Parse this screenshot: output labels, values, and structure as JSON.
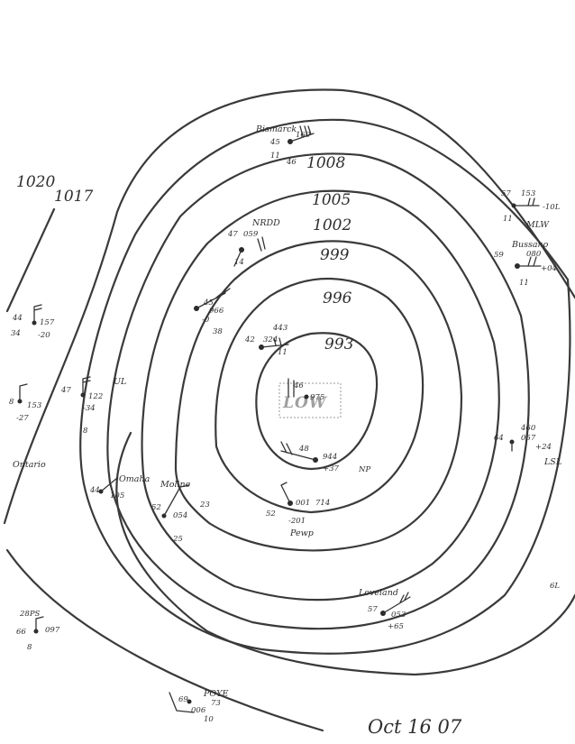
{
  "map": {
    "date_label": "Oct 16 07",
    "center_label": "LOW",
    "isobar_labels": [
      "1020",
      "1017",
      "1008",
      "1005",
      "1002",
      "999",
      "996",
      "993"
    ],
    "stations": [
      {
        "id": "s1",
        "name": "Bismarck",
        "lines": [
          "45",
          "11",
          "160",
          "46"
        ]
      },
      {
        "id": "s2",
        "name": "NRDD",
        "lines": [
          "47",
          "059",
          "14"
        ]
      },
      {
        "id": "s3",
        "name": "",
        "lines": [
          "45",
          "966",
          "-0",
          "38"
        ]
      },
      {
        "id": "s4",
        "name": "",
        "lines": [
          "443",
          "42",
          "324",
          "11"
        ]
      },
      {
        "id": "s5",
        "name": "",
        "lines": [
          "46",
          "975"
        ]
      },
      {
        "id": "s6",
        "name": "",
        "lines": [
          "48",
          "944",
          "+37",
          "NP"
        ]
      },
      {
        "id": "s7",
        "name": "",
        "lines": [
          "001",
          "714",
          "52",
          "-201",
          "Pewp"
        ]
      },
      {
        "id": "s8",
        "name": "MLW",
        "lines": [
          "57",
          "153",
          "-10L",
          "11"
        ]
      },
      {
        "id": "s9",
        "name": "Bussano",
        "lines": [
          "59",
          "080",
          "+04",
          "11"
        ]
      },
      {
        "id": "s10",
        "name": "",
        "lines": [
          "44",
          "157",
          "34",
          "-20"
        ]
      },
      {
        "id": "s11",
        "name": "",
        "lines": [
          "47",
          "122",
          "-34",
          "8",
          "UL"
        ]
      },
      {
        "id": "s12",
        "name": "",
        "lines": [
          "8",
          "153",
          "-27"
        ]
      },
      {
        "id": "s13",
        "name": "Omaha",
        "lines": [
          "44",
          "105"
        ]
      },
      {
        "id": "s14",
        "name": "Moline",
        "lines": [
          "52",
          "054",
          "23",
          "25"
        ]
      },
      {
        "id": "s15",
        "name": "",
        "lines": [
          "64",
          "460",
          "057",
          "+24",
          "LSL"
        ]
      },
      {
        "id": "s16",
        "name": "Loveland",
        "lines": [
          "57",
          "053",
          "+65"
        ]
      },
      {
        "id": "s17",
        "name": "",
        "lines": [
          "28PS",
          "66",
          "097",
          "8"
        ]
      },
      {
        "id": "s18",
        "name": "POYE",
        "lines": [
          "69",
          "006",
          "73",
          "10"
        ]
      },
      {
        "id": "s19",
        "name": "Ontario",
        "lines": []
      },
      {
        "id": "s20",
        "name": "",
        "lines": [
          "6L"
        ]
      }
    ]
  }
}
